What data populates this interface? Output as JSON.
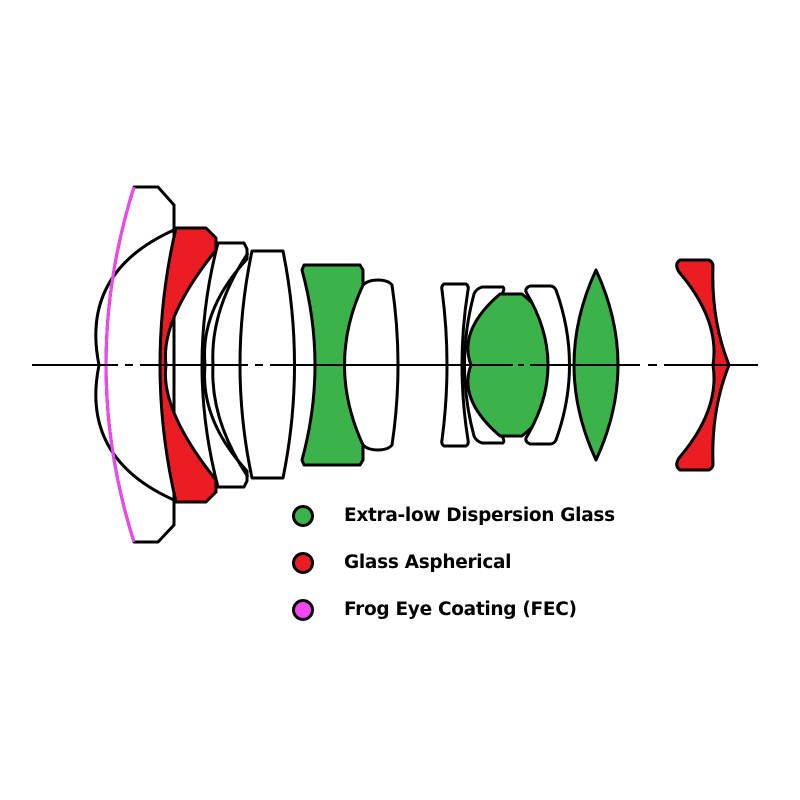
{
  "colors": {
    "ed_glass": "#3bb34a",
    "aspherical": "#ec1c24",
    "fec": "#f146f0",
    "plain": "#ffffff",
    "outline": "#000000"
  },
  "legend": [
    {
      "label": "Extra-low Dispersion Glass",
      "color_key": "ed_glass"
    },
    {
      "label": "Glass Aspherical",
      "color_key": "aspherical"
    },
    {
      "label": "Frog Eye Coating (FEC)",
      "color_key": "fec"
    }
  ],
  "elements": [
    {
      "id": 1,
      "type": "plain",
      "coating": "fec"
    },
    {
      "id": 2,
      "type": "aspherical"
    },
    {
      "id": 3,
      "type": "plain"
    },
    {
      "id": 4,
      "type": "plain"
    },
    {
      "id": 5,
      "type": "plain"
    },
    {
      "id": 6,
      "type": "ed_glass"
    },
    {
      "id": 7,
      "type": "plain"
    },
    {
      "id": 8,
      "type": "plain"
    },
    {
      "id": 9,
      "type": "plain"
    },
    {
      "id": 10,
      "type": "ed_glass"
    },
    {
      "id": 11,
      "type": "plain"
    },
    {
      "id": 12,
      "type": "ed_glass"
    },
    {
      "id": 13,
      "type": "aspherical"
    }
  ]
}
